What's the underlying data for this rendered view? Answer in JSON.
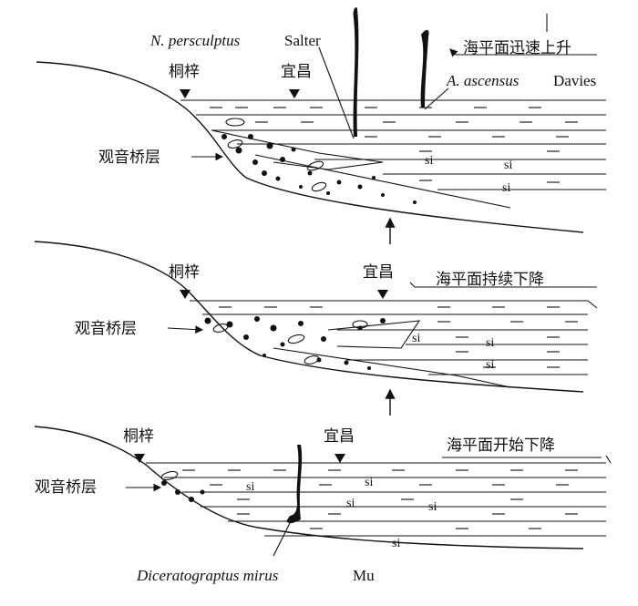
{
  "panels": {
    "top": {
      "loc1": "桐梓",
      "loc2": "宜昌",
      "formation": "观音桥层",
      "sea_level": "海平面迅速上升",
      "fossil1_name": "N. persculptus",
      "fossil1_author": "Salter",
      "fossil2_name": "A. ascensus",
      "fossil2_author": "Davies",
      "si1": "si",
      "si2": "si",
      "si3": "si"
    },
    "middle": {
      "loc1": "桐梓",
      "loc2": "宜昌",
      "formation": "观音桥层",
      "sea_level": "海平面持续下降",
      "si1": "si",
      "si2": "si",
      "si3": "si"
    },
    "bottom": {
      "loc1": "桐梓",
      "loc2": "宜昌",
      "formation": "观音桥层",
      "sea_level": "海平面开始下降",
      "fossil_name": "Diceratograptus mirus",
      "fossil_author": "Mu",
      "si1": "si",
      "si2": "si",
      "si3": "si",
      "si4": "si",
      "si5": "si"
    }
  }
}
